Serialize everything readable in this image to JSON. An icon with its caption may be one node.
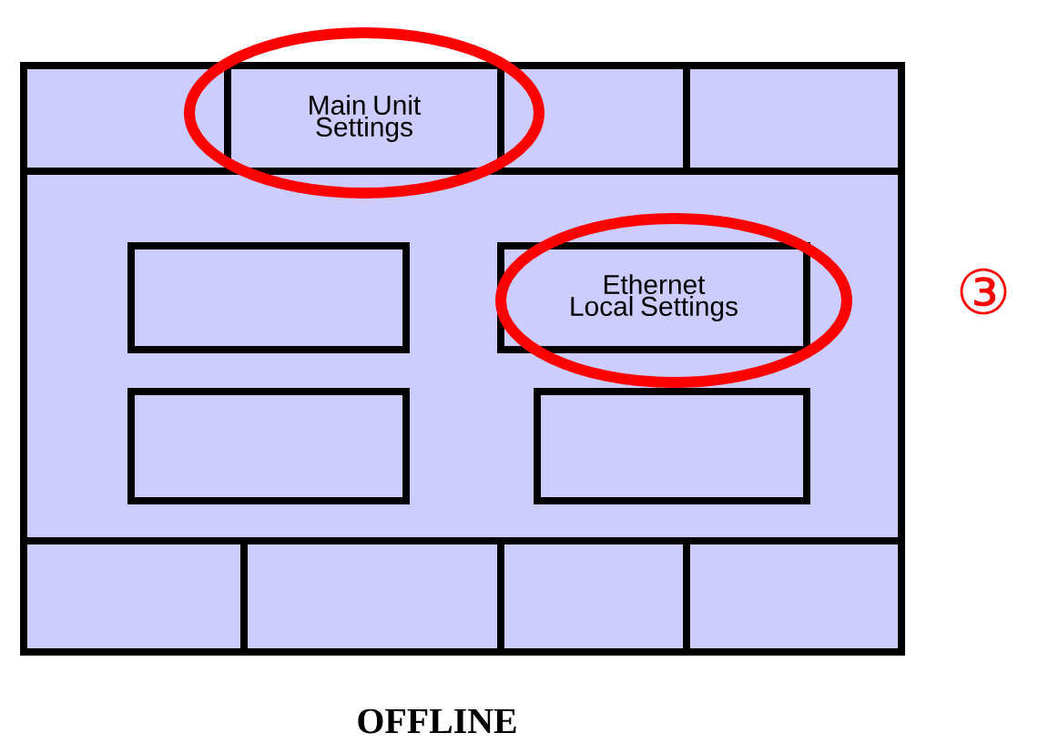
{
  "diagram": {
    "caption": "OFFLINE",
    "nodes": [
      {
        "text": [],
        "shape": "box"
      },
      {
        "text": [
          "Main Unit Settings"
        ],
        "in": 0
      },
      {
        "text": [],
        "shape": "box",
        "in": 0
      },
      {
        "text": [
          "Ethernet Local Settings"
        ],
        "in": 0
      },
      {
        "text": [],
        "shape": "box",
        "in": 0
      },
      {
        "text": [],
        "shape": "box",
        "in": 0
      }
    ],
    "labels": [
      "③"
    ]
  }
}
